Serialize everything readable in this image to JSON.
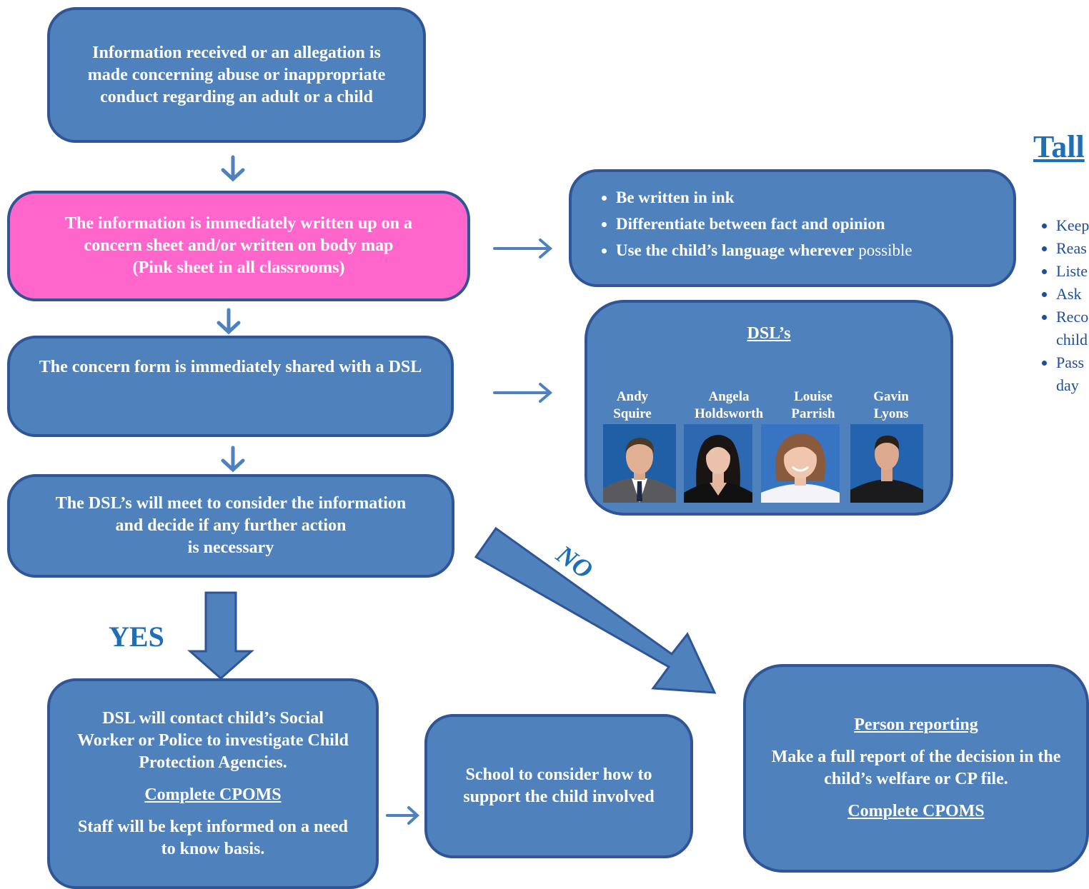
{
  "flow": {
    "box1": "Information received or an allegation is made concerning abuse or inappropriate conduct regarding an adult or a child",
    "box2_lines": [
      "The information is immediately written up on a",
      "concern sheet and/or written on body map",
      "(Pink sheet in all classrooms)"
    ],
    "box3": "The concern form is immediately shared with a DSL",
    "box4_lines": [
      "The DSL’s will meet to consider the information",
      "and decide if any further action",
      "is necessary"
    ],
    "yes_label": "YES",
    "no_label": "NO",
    "box5": {
      "text": "DSL will contact child’s Social Worker or Police to investigate Child Protection Agencies.",
      "link": "Complete CPOMS",
      "footer": "Staff will be kept informed on a need to know basis."
    },
    "box6": "School to consider how to support the child involved",
    "box7": {
      "heading": "Person reporting",
      "text": "Make a full report of the decision in the child’s welfare or CP file.",
      "link": "Complete CPOMS"
    }
  },
  "record_rules": {
    "items": [
      {
        "bold": "Be written in ink",
        "plain": ""
      },
      {
        "bold": "Differentiate between fact and opinion",
        "plain": ""
      },
      {
        "bold": "Use the child’s language wherever",
        "plain": " possible"
      }
    ]
  },
  "dsl": {
    "title": "DSL’s",
    "people": [
      {
        "first": "Andy",
        "last": "Squire"
      },
      {
        "first": "Angela",
        "last": "Holdsworth"
      },
      {
        "first": "Louise",
        "last": "Parrish"
      },
      {
        "first": "Gavin",
        "last": "Lyons"
      }
    ]
  },
  "talking": {
    "title": "Tall",
    "items": [
      "Keep",
      "Reas",
      "Liste",
      "Ask",
      "Reco",
      "child",
      "Pass",
      "day"
    ]
  },
  "colors": {
    "box_fill": "#4f81bd",
    "box_border": "#2f5597",
    "pink_fill": "#ff66cc",
    "label_blue": "#1f6fb6"
  }
}
